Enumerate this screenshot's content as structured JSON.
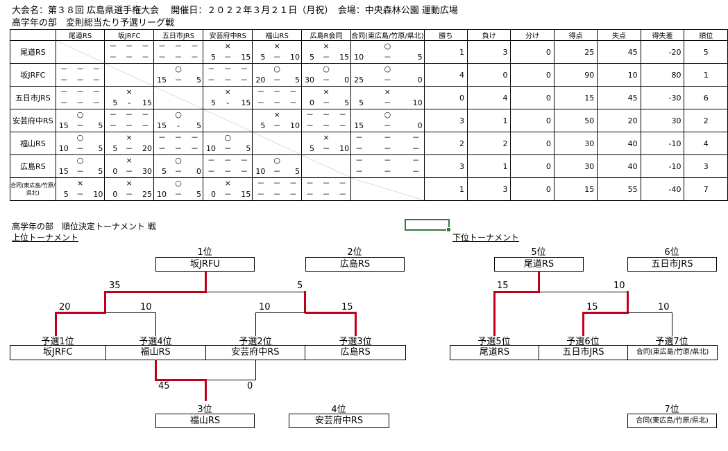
{
  "header": {
    "line1": "大会名：第３８回 広島県選手権大会　 開催日：２０２２年３月２１日（月祝）　会場：中央森林公園 運動広場",
    "line2": "高学年の部　変則総当たり予選リーグ戦"
  },
  "league": {
    "col_headers": [
      "尾道RS",
      "坂JRFC",
      "五日市JRS",
      "安芸府中RS",
      "福山RS",
      "広島R会同",
      "合同(東広島/竹原/県北)",
      "勝ち",
      "負け",
      "分け",
      "得点",
      "失点",
      "得失差",
      "順位"
    ],
    "rows": [
      {
        "team": "尾道RS",
        "cells": [
          {
            "type": "self"
          },
          {
            "type": "dash"
          },
          {
            "type": "dash"
          },
          {
            "mark": "×",
            "a": "5",
            "sep": "－",
            "b": "15"
          },
          {
            "mark": "×",
            "a": "5",
            "sep": "－",
            "b": "10"
          },
          {
            "mark": "×",
            "a": "5",
            "sep": "－",
            "b": "15"
          },
          {
            "mark": "○",
            "a": "10",
            "sep": "－",
            "b": "5"
          }
        ],
        "stats": [
          "1",
          "3",
          "0",
          "25",
          "45",
          "-20"
        ],
        "rank": "5"
      },
      {
        "team": "坂JRFC",
        "cells": [
          {
            "type": "dash"
          },
          {
            "type": "self"
          },
          {
            "mark": "○",
            "a": "15",
            "sep": "－",
            "b": "5"
          },
          {
            "type": "dash"
          },
          {
            "mark": "○",
            "a": "20",
            "sep": "－",
            "b": "5"
          },
          {
            "mark": "○",
            "a": "30",
            "sep": "－",
            "b": "0"
          },
          {
            "mark": "○",
            "a": "25",
            "sep": "－",
            "b": "0"
          }
        ],
        "stats": [
          "4",
          "0",
          "0",
          "90",
          "10",
          "80"
        ],
        "rank": "1"
      },
      {
        "team": "五日市JRS",
        "cells": [
          {
            "type": "dash"
          },
          {
            "mark": "×",
            "a": "5",
            "sep": "-",
            "b": "15"
          },
          {
            "type": "self"
          },
          {
            "mark": "×",
            "a": "5",
            "sep": "-",
            "b": "15"
          },
          {
            "type": "dash"
          },
          {
            "mark": "×",
            "a": "0",
            "sep": "－",
            "b": "5"
          },
          {
            "mark": "×",
            "a": "5",
            "sep": "－",
            "b": "10"
          }
        ],
        "stats": [
          "0",
          "4",
          "0",
          "15",
          "45",
          "-30"
        ],
        "rank": "6"
      },
      {
        "team": "安芸府中RS",
        "cells": [
          {
            "mark": "○",
            "a": "15",
            "sep": "－",
            "b": "5"
          },
          {
            "type": "dash"
          },
          {
            "mark": "○",
            "a": "15",
            "sep": "-",
            "b": "5"
          },
          {
            "type": "self"
          },
          {
            "mark": "×",
            "a": "5",
            "sep": "－",
            "b": "10"
          },
          {
            "type": "dash"
          },
          {
            "mark": "○",
            "a": "15",
            "sep": "－",
            "b": "0"
          }
        ],
        "stats": [
          "3",
          "1",
          "0",
          "50",
          "20",
          "30"
        ],
        "rank": "2"
      },
      {
        "team": "福山RS",
        "cells": [
          {
            "mark": "○",
            "a": "10",
            "sep": "－",
            "b": "5"
          },
          {
            "mark": "×",
            "a": "5",
            "sep": "－",
            "b": "20"
          },
          {
            "type": "dash"
          },
          {
            "mark": "○",
            "a": "10",
            "sep": "－",
            "b": "5"
          },
          {
            "type": "self"
          },
          {
            "mark": "×",
            "a": "5",
            "sep": "－",
            "b": "10"
          },
          {
            "type": "dash"
          }
        ],
        "stats": [
          "2",
          "2",
          "0",
          "30",
          "40",
          "-10"
        ],
        "rank": "4"
      },
      {
        "team": "広島RS",
        "cells": [
          {
            "mark": "○",
            "a": "15",
            "sep": "－",
            "b": "5"
          },
          {
            "mark": "×",
            "a": "0",
            "sep": "－",
            "b": "30"
          },
          {
            "mark": "○",
            "a": "5",
            "sep": "－",
            "b": "0"
          },
          {
            "type": "dash"
          },
          {
            "mark": "○",
            "a": "10",
            "sep": "－",
            "b": "5"
          },
          {
            "type": "self"
          },
          {
            "type": "dash"
          }
        ],
        "stats": [
          "3",
          "1",
          "0",
          "30",
          "40",
          "-10"
        ],
        "rank": "3"
      },
      {
        "team": "合同(東広島/竹原/県北)",
        "small": true,
        "cells": [
          {
            "mark": "×",
            "a": "5",
            "sep": "－",
            "b": "10"
          },
          {
            "mark": "×",
            "a": "0",
            "sep": "－",
            "b": "25"
          },
          {
            "mark": "○",
            "a": "10",
            "sep": "－",
            "b": "5"
          },
          {
            "mark": "×",
            "a": "0",
            "sep": "－",
            "b": "15"
          },
          {
            "type": "dash"
          },
          {
            "type": "dash"
          },
          {
            "type": "self"
          }
        ],
        "stats": [
          "1",
          "3",
          "0",
          "15",
          "55",
          "-40"
        ],
        "rank": "7"
      }
    ],
    "dash_char": "－"
  },
  "tournament": {
    "title": "高学年の部　順位決定トーナメント 戦",
    "upper_label": "上位トーナメント",
    "lower_label": "下位トーナメント",
    "upper": {
      "place1_label": "1位",
      "place1_team": "坂JRFU",
      "place2_label": "2位",
      "place2_team": "広島RS",
      "place3_label": "3位",
      "place3_team": "福山RS",
      "place4_label": "4位",
      "place4_team": "安芸府中RS",
      "seeds": [
        {
          "label": "予選1位",
          "team": "坂JRFC"
        },
        {
          "label": "予選4位",
          "team": "福山RS"
        },
        {
          "label": "予選2位",
          "team": "安芸府中RS"
        },
        {
          "label": "予選3位",
          "team": "広島RS"
        }
      ],
      "scores": {
        "final_left": "35",
        "final_right": "5",
        "sf1_left": "20",
        "sf1_right": "10",
        "sf2_left": "10",
        "sf2_right": "15",
        "third_left": "45",
        "third_right": "0"
      }
    },
    "lower": {
      "place5_label": "5位",
      "place5_team": "尾道RS",
      "place6_label": "6位",
      "place6_team": "五日市JRS",
      "place7_label": "7位",
      "place7_team": "合同(東広島/竹原/県北)",
      "seeds": [
        {
          "label": "予選5位",
          "team": "尾道RS"
        },
        {
          "label": "予選6位",
          "team": "五日市JRS"
        },
        {
          "label": "予選7位",
          "team": "合同(東広島/竹原/県北)"
        }
      ],
      "scores": {
        "final_left": "15",
        "final_right": "10",
        "sf_left": "15",
        "sf_right": "10"
      }
    }
  }
}
